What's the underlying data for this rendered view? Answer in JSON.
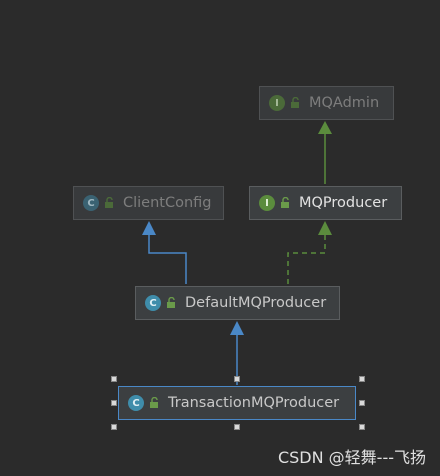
{
  "nodes": {
    "mqadmin": {
      "label": "MQAdmin",
      "kind": "I"
    },
    "clientconfig": {
      "label": "ClientConfig",
      "kind": "C"
    },
    "mqproducer": {
      "label": "MQProducer",
      "kind": "I"
    },
    "defaultmqproducer": {
      "label": "DefaultMQProducer",
      "kind": "C"
    },
    "transactionmqproducer": {
      "label": "TransactionMQProducer",
      "kind": "C"
    }
  },
  "colors": {
    "background": "#2b2b2b",
    "extends_arrow": "#4a88c7",
    "implements_arrow": "#5b8c3d",
    "interface_extends_arrow": "#5b8c3d",
    "selection": "#4a88c7"
  },
  "watermark": "CSDN @轻舞---飞扬"
}
